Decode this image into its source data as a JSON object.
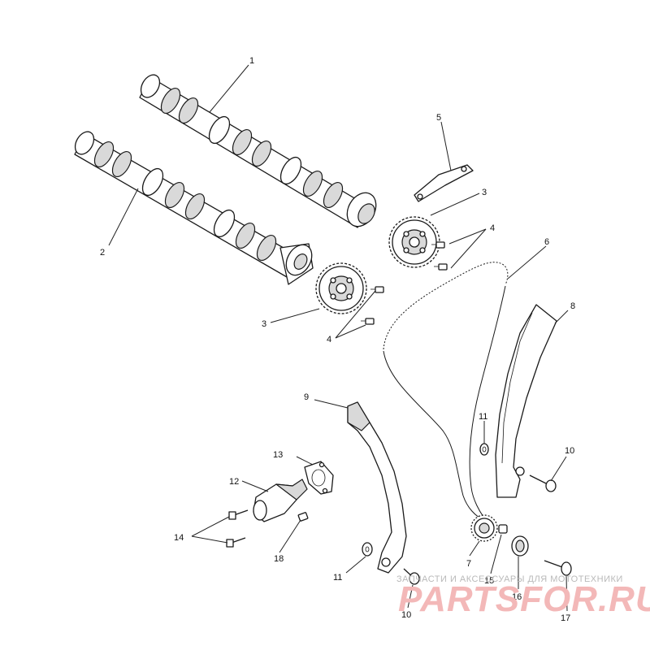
{
  "labels": {
    "l1": "1",
    "l2": "2",
    "l3a": "3",
    "l3b": "3",
    "l4a": "4",
    "l4b": "4",
    "l5": "5",
    "l6": "6",
    "l7": "7",
    "l8": "8",
    "l9": "9",
    "l10a": "10",
    "l10b": "10",
    "l11a": "11",
    "l11b": "11",
    "l12": "12",
    "l13": "13",
    "l14": "14",
    "l15": "15",
    "l16": "16",
    "l17": "17",
    "l18": "18"
  },
  "watermark": {
    "tagline": "ЗАПЧАСТИ И АКСЕССУАРЫ ДЛЯ МОТОТЕХНИКИ",
    "brand": "PARTSFOR.RU"
  }
}
